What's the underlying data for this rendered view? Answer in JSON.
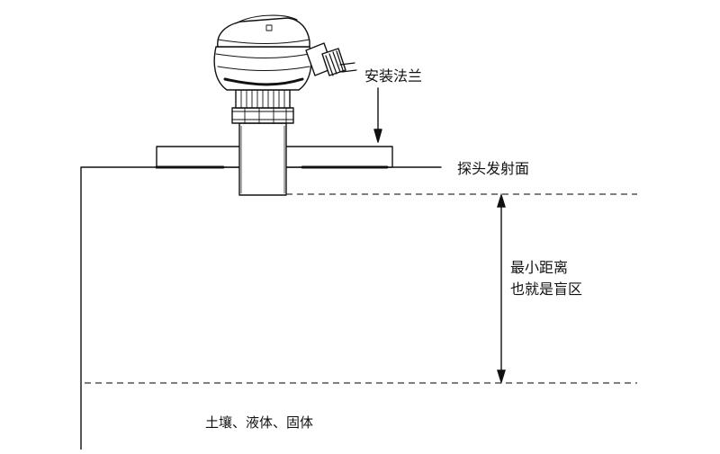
{
  "labels": {
    "mounting_flange": "安装法兰",
    "probe_emitting_face": "探头发射面",
    "min_distance": "最小距离",
    "blind_zone": "也就是盲区",
    "medium": "土壤、液体、固体"
  },
  "colors": {
    "line": "#111111",
    "dash": "#333333",
    "background": "#ffffff"
  }
}
